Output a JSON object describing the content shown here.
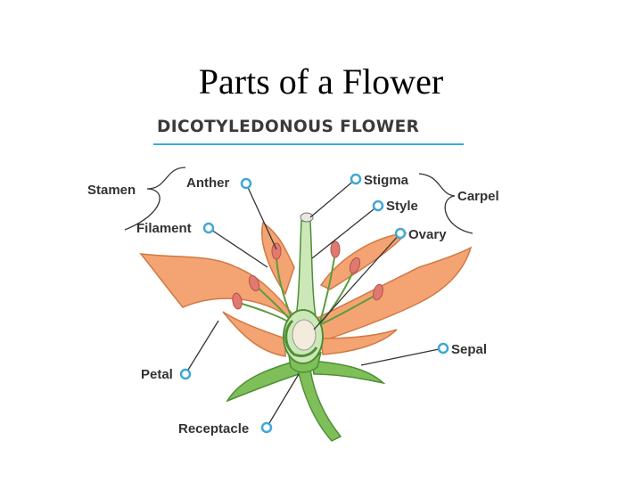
{
  "slide_title": "Parts of a Flower",
  "diagram_title": "DICOTYLEDONOUS FLOWER",
  "labels": {
    "stamen": "Stamen",
    "anther": "Anther",
    "filament": "Filament",
    "stigma": "Stigma",
    "style": "Style",
    "ovary": "Ovary",
    "carpel": "Carpel",
    "petal": "Petal",
    "sepal": "Sepal",
    "receptacle": "Receptacle"
  },
  "colors": {
    "petal": "#f4a472",
    "petal_edge": "#d07a45",
    "stem": "#7fbf5a",
    "stem_edge": "#4f8f36",
    "anther": "#e07a70",
    "marker": "#3fa7d6",
    "leader": "#333333"
  }
}
